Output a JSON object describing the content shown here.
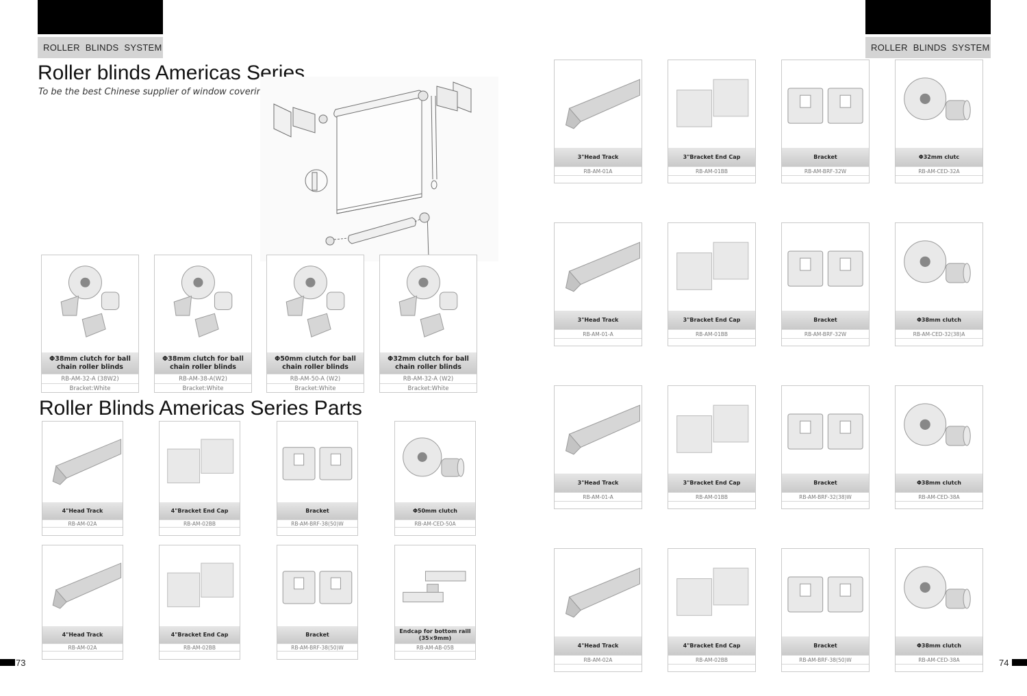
{
  "header": {
    "section_label_left": "ROLLER  BLINDS  SYSTEM",
    "section_label_right": "ROLLER  BLINDS  SYSTEM"
  },
  "left_page": {
    "title": "Roller blinds Americas Series",
    "subtitle": "To be the best Chinese supplier of window coverings products",
    "parts_title": "Roller Blinds Americas Series Parts",
    "page_number": "73",
    "clutch_kits": [
      {
        "name": "Φ38mm clutch for ball chain roller blinds",
        "code": "RB-AM-32-A (38W2)",
        "note": "Bracket:White",
        "icon": "clutch-kit-icon"
      },
      {
        "name": "Φ38mm clutch for ball chain roller blinds",
        "code": "RB-AM-38-A(W2)",
        "note": "Bracket:White",
        "icon": "clutch-kit-icon"
      },
      {
        "name": "Φ50mm clutch for ball chain roller blinds",
        "code": "RB-AM-50-A (W2)",
        "note": "Bracket:White",
        "icon": "clutch-kit-icon"
      },
      {
        "name": "Φ32mm clutch for ball chain roller blinds",
        "code": "RB-AM-32-A (W2)",
        "note": "Bracket:White",
        "icon": "clutch-kit-icon"
      }
    ],
    "parts_rows": [
      [
        {
          "name": "4\"Head Track",
          "code": "RB-AM-02A",
          "icon": "head-track-icon"
        },
        {
          "name": "4\"Bracket End Cap",
          "code": "RB-AM-02BB",
          "icon": "end-cap-icon"
        },
        {
          "name": "Bracket",
          "code": "RB-AM-BRF-38(50)W",
          "icon": "bracket-icon"
        },
        {
          "name": "Φ50mm clutch",
          "code": "RB-AM-CED-50A",
          "icon": "clutch-icon"
        }
      ],
      [
        {
          "name": "4\"Head Track",
          "code": "RB-AM-02A",
          "icon": "head-track-icon"
        },
        {
          "name": "4\"Bracket End Cap",
          "code": "RB-AM-02BB",
          "icon": "end-cap-icon"
        },
        {
          "name": "Bracket",
          "code": "RB-AM-BRF-38(50)W",
          "icon": "bracket-icon"
        },
        {
          "name": "Endcap for bottom raill (35×9mm)",
          "code": "RB-AM-AB-05B",
          "icon": "bottom-rail-endcap-icon"
        }
      ]
    ]
  },
  "right_page": {
    "page_number": "74",
    "rows": [
      [
        {
          "name": "3\"Head Track",
          "code": "RB-AM-01A",
          "icon": "head-track-icon"
        },
        {
          "name": "3\"Bracket End Cap",
          "code": "RB-AM-01BB",
          "icon": "end-cap-icon"
        },
        {
          "name": "Bracket",
          "code": "RB-AM-BRF-32W",
          "icon": "bracket-icon"
        },
        {
          "name": "Φ32mm clutc",
          "code": "RB-AM-CED-32A",
          "icon": "clutch-icon"
        }
      ],
      [
        {
          "name": "3\"Head Track",
          "code": "RB-AM-01-A",
          "icon": "head-track-icon"
        },
        {
          "name": "3\"Bracket End Cap",
          "code": "RB-AM-01BB",
          "icon": "end-cap-icon"
        },
        {
          "name": "Bracket",
          "code": "RB-AM-BRF-32W",
          "icon": "bracket-icon"
        },
        {
          "name": "Φ38mm clutch",
          "code": "RB-AM-CED-32(38)A",
          "icon": "clutch-icon"
        }
      ],
      [
        {
          "name": "3\"Head Track",
          "code": "RB-AM-01-A",
          "icon": "head-track-icon"
        },
        {
          "name": "3\"Bracket End Cap",
          "code": "RB-AM-01BB",
          "icon": "end-cap-icon"
        },
        {
          "name": "Bracket",
          "code": "RB-AM-BRF-32(38)W",
          "icon": "bracket-icon"
        },
        {
          "name": "Φ38mm clutch",
          "code": "RB-AM-CED-38A",
          "icon": "clutch-icon"
        }
      ],
      [
        {
          "name": "4\"Head Track",
          "code": "RB-AM-02A",
          "icon": "head-track-icon"
        },
        {
          "name": "4\"Bracket End Cap",
          "code": "RB-AM-02BB",
          "icon": "end-cap-icon"
        },
        {
          "name": "Bracket",
          "code": "RB-AM-BRF-38(50)W",
          "icon": "bracket-icon"
        },
        {
          "name": "Φ38mm clutch",
          "code": "RB-AM-CED-38A",
          "icon": "clutch-icon"
        }
      ]
    ]
  }
}
